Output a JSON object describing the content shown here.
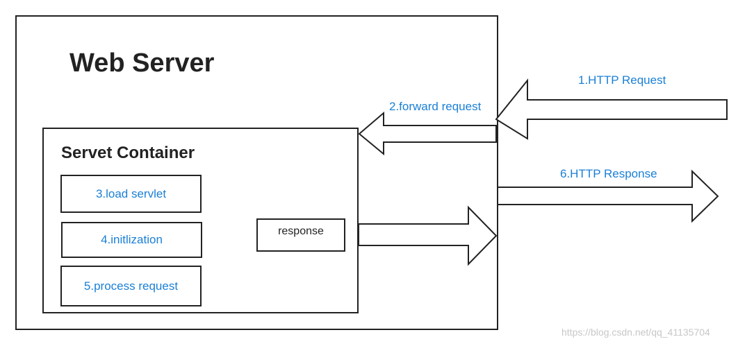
{
  "web_server": {
    "title": "Web Server"
  },
  "container": {
    "title": "Servet Container"
  },
  "steps": [
    {
      "label": "3.load servlet"
    },
    {
      "label": "4.initlization"
    },
    {
      "label": "5.process request"
    }
  ],
  "response_box": {
    "label": "response"
  },
  "arrows": {
    "http_request": "1.HTTP Request",
    "forward_request": "2.forward request",
    "http_response": "6.HTTP Response"
  },
  "watermark": "https://blog.csdn.net/qq_41135704",
  "colors": {
    "label_blue": "#1a7fd6",
    "stroke": "#222222"
  }
}
